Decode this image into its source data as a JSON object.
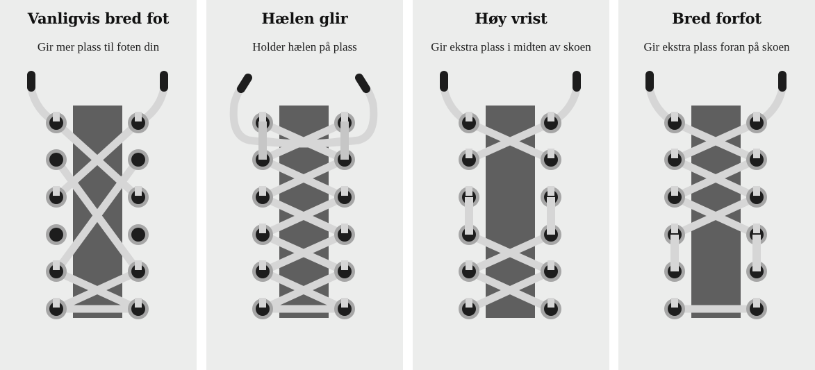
{
  "colors": {
    "panel_bg": "#ecedec",
    "tongue": "#5f5f5f",
    "lace": "#d6d6d6",
    "aglet": "#1d1d1d",
    "eyelet_ring": "#a6a6a6",
    "eyelet_hole": "#1d1d1d"
  },
  "panels": [
    {
      "title": "Vanligvis bred fot",
      "subtitle": "Gir mer plass til foten din"
    },
    {
      "title": "Hælen glir",
      "subtitle": "Holder hælen på plass"
    },
    {
      "title": "Høy vrist",
      "subtitle": "Gir ekstra plass i midten av skoen"
    },
    {
      "title": "Bred forfot",
      "subtitle": "Gir ekstra plass foran på skoen"
    }
  ]
}
